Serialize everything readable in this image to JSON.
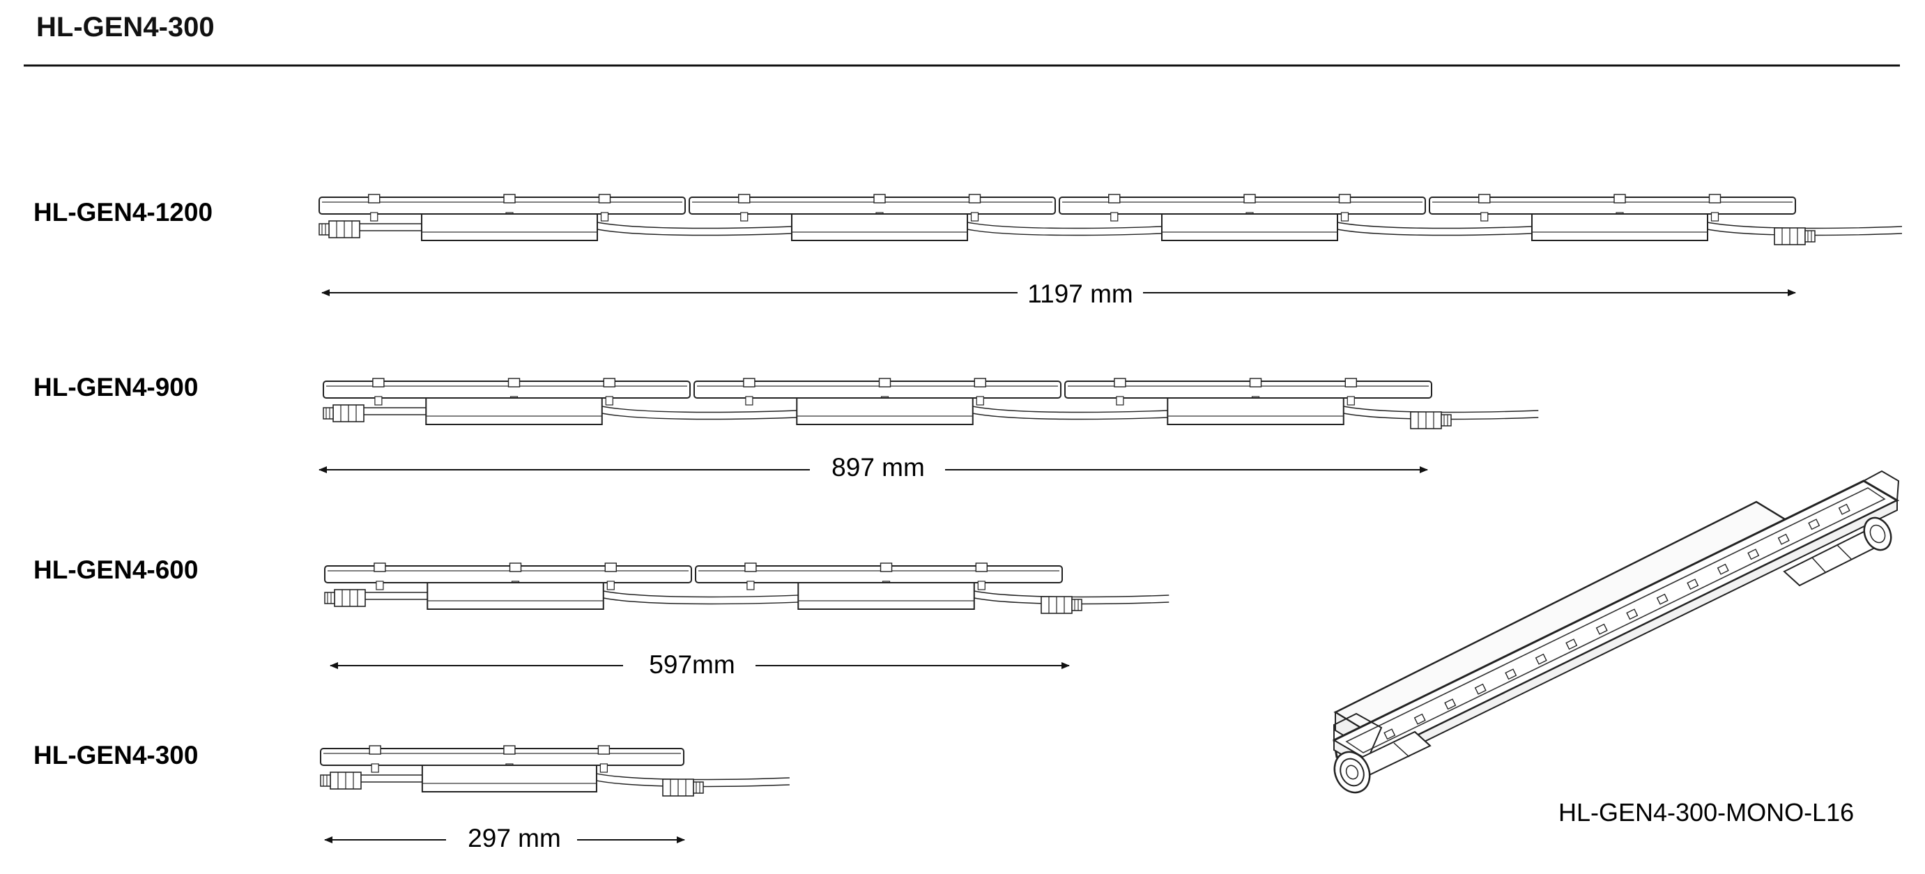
{
  "header": {
    "title": "HL-GEN4-300"
  },
  "rows": [
    {
      "model": "HL-GEN4-1200",
      "segments": 4,
      "dimension": "1197 mm"
    },
    {
      "model": "HL-GEN4-900",
      "segments": 3,
      "dimension": "897 mm"
    },
    {
      "model": "HL-GEN4-600",
      "segments": 2,
      "dimension": "597mm"
    },
    {
      "model": "HL-GEN4-300",
      "segments": 1,
      "dimension": "297 mm"
    }
  ],
  "iso_view": {
    "caption": "HL-GEN4-300-MONO-L16",
    "led_count": 16
  }
}
